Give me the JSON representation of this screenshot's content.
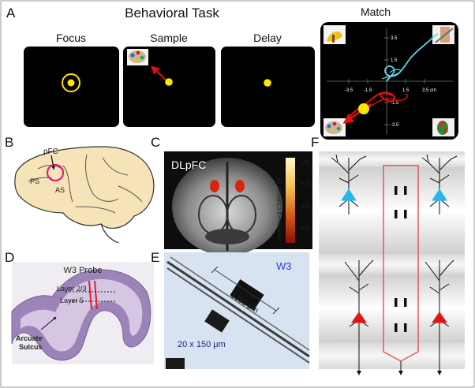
{
  "panels": {
    "A": {
      "label": "A",
      "title": "Behavioral Task",
      "stages": [
        "Focus",
        "Sample",
        "Delay",
        "Match"
      ],
      "match_ticks_x": [
        "-3.5",
        "-1.5",
        "1.5",
        "3.5 cm"
      ],
      "match_ticks_y": [
        "3.5",
        "1.5",
        "-1.5",
        "-3.5"
      ]
    },
    "B": {
      "label": "B",
      "pfc": "pFC",
      "ps": "PS",
      "as": "AS"
    },
    "C": {
      "label": "C",
      "region": "DLpFC",
      "scale_ticks": [
        "+5",
        "+4",
        "+3",
        "+2"
      ],
      "scale_label": "Increased CMRglc (f)"
    },
    "D": {
      "label": "D",
      "probe": "W3 Probe",
      "layer23": "Layer 2/3",
      "layer5": "Layer 5",
      "sulcus_1": "Arcuate",
      "sulcus_2": "Sulcus"
    },
    "E": {
      "label": "E",
      "probe": "W3",
      "length": "1350 μm",
      "size": "20 x 150 μm"
    },
    "F": {
      "label": "F"
    }
  },
  "colors": {
    "fixation": "#ffe600",
    "arrow_red": "#e01010",
    "trace_cyan": "#5ad8e6",
    "neuron_cyan": "#29b6e8",
    "neuron_red": "#e01515",
    "probe_outline": "#e05050"
  }
}
